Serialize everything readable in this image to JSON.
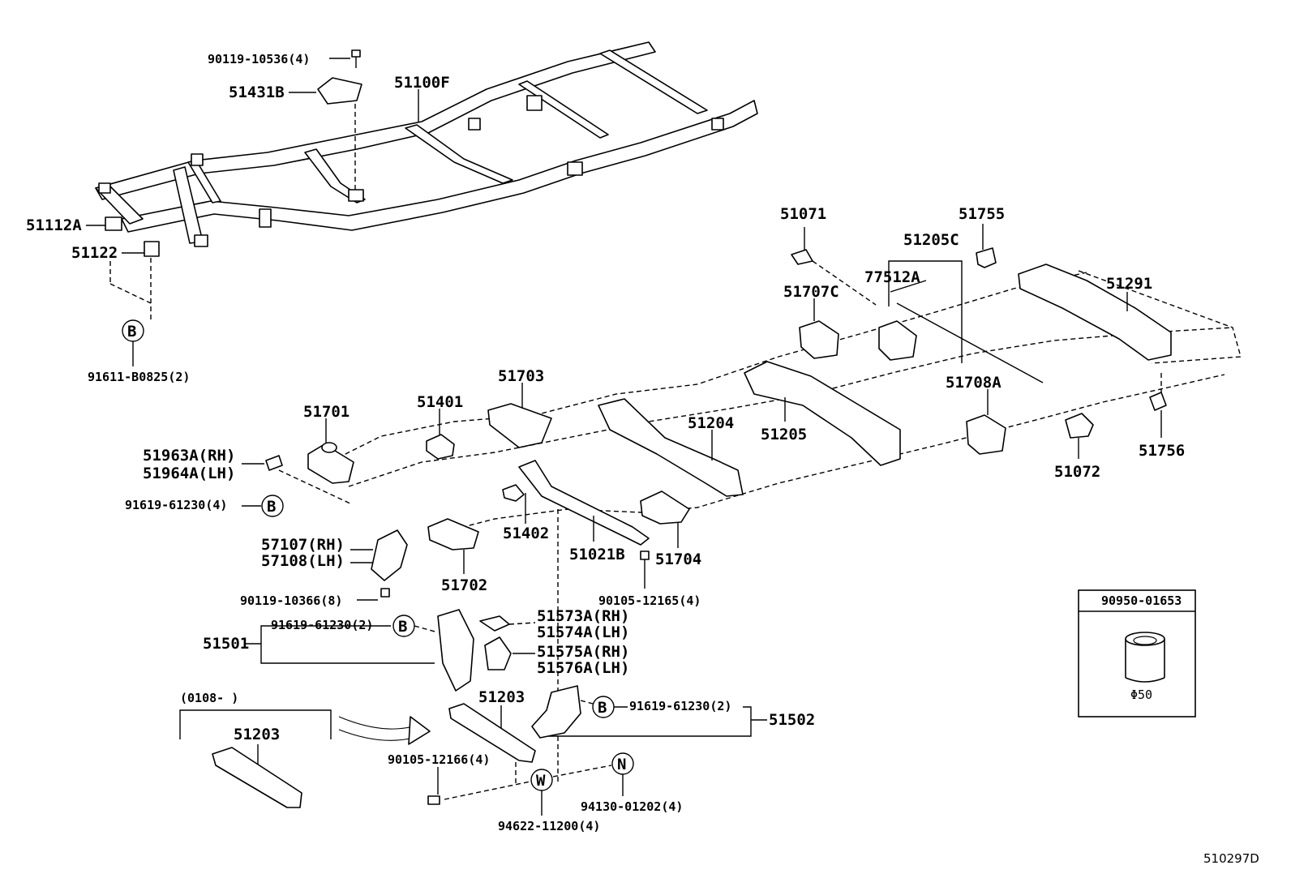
{
  "figure_code": "510297D",
  "labels": {
    "p_9011910536": "90119-10536(4)",
    "p_51431B": "51431B",
    "p_51100F": "51100F",
    "p_51112A": "51112A",
    "p_51122": "51122",
    "p_9161108825": "91611-B0825(2)",
    "p_51071": "51071",
    "p_51755": "51755",
    "p_51205C": "51205C",
    "p_77512A": "77512A",
    "p_51291": "51291",
    "p_51707C": "51707C",
    "p_51703": "51703",
    "p_51401": "51401",
    "p_51701": "51701",
    "p_51963A": "51963A(RH)",
    "p_51964A": "51964A(LH)",
    "p_9161961230_4": "91619-61230(4)",
    "p_51204": "51204",
    "p_51205": "51205",
    "p_51708A": "51708A",
    "p_51072": "51072",
    "p_51756": "51756",
    "p_57107": "57107(RH)",
    "p_57108": "57108(LH)",
    "p_51402": "51402",
    "p_51021B": "51021B",
    "p_51704": "51704",
    "p_51702": "51702",
    "p_9011910366": "90119-10366(8)",
    "p_9010512165": "90105-12165(4)",
    "p_9161961230_2a": "91619-61230(2)",
    "p_51501": "51501",
    "p_51573A": "51573A(RH)",
    "p_51574A": "51574A(LH)",
    "p_51575A": "51575A(RH)",
    "p_51576A": "51576A(LH)",
    "p_date_range": "(0108-      )",
    "p_51203_left": "51203",
    "p_51203_mid": "51203",
    "p_9161961230_2b": "91619-61230(2)",
    "p_51502": "51502",
    "p_9010512166": "90105-12166(4)",
    "p_9413001202": "94130-01202(4)",
    "p_9462211200": "94622-11200(4)",
    "p_9095001653": "90950-01653",
    "p_phi50": "Φ50"
  },
  "callout_letters": {
    "B1": "B",
    "B2": "B",
    "B3": "B",
    "B4": "B",
    "W": "W",
    "N": "N"
  }
}
